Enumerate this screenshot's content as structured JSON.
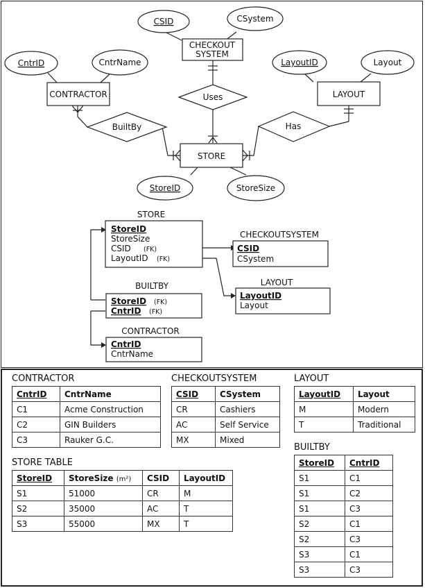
{
  "er": {
    "entities": {
      "checkout_l1": "CHECKOUT",
      "checkout_l2": "SYSTEM",
      "contractor": "CONTRACTOR",
      "layout": "LAYOUT",
      "store": "STORE"
    },
    "attributes": {
      "csid": "CSID",
      "csystem": "CSystem",
      "cntrid": "CntrID",
      "cntrname": "CntrName",
      "layoutid": "LayoutID",
      "layout": "Layout",
      "storeid": "StoreID",
      "storesize": "StoreSize"
    },
    "relationships": {
      "uses": "Uses",
      "builtby": "BuiltBy",
      "has": "Has"
    }
  },
  "schema": {
    "store": {
      "title": "STORE",
      "rows": [
        {
          "text": "StoreID",
          "pk": true,
          "fk": ""
        },
        {
          "text": "StoreSize",
          "pk": false,
          "fk": ""
        },
        {
          "text": "CSID",
          "pk": false,
          "fk": "(FK)"
        },
        {
          "text": "LayoutID",
          "pk": false,
          "fk": "(FK)"
        }
      ]
    },
    "checkoutsystem": {
      "title": "CHECKOUTSYSTEM",
      "rows": [
        {
          "text": "CSID",
          "pk": true,
          "fk": ""
        },
        {
          "text": "CSystem",
          "pk": false,
          "fk": ""
        }
      ]
    },
    "layout": {
      "title": "LAYOUT",
      "rows": [
        {
          "text": "LayoutID",
          "pk": true,
          "fk": ""
        },
        {
          "text": "Layout",
          "pk": false,
          "fk": ""
        }
      ]
    },
    "builtby": {
      "title": "BUILTBY",
      "rows": [
        {
          "text": "StoreID",
          "pk": true,
          "fk": "(FK)"
        },
        {
          "text": "CntrID",
          "pk": true,
          "fk": "(FK)"
        }
      ]
    },
    "contractor": {
      "title": "CONTRACTOR",
      "rows": [
        {
          "text": "CntrID",
          "pk": true,
          "fk": ""
        },
        {
          "text": "CntrName",
          "pk": false,
          "fk": ""
        }
      ]
    }
  },
  "tables": {
    "contractor": {
      "caption": "CONTRACTOR",
      "headers": [
        "CntrID",
        "CntrName"
      ],
      "rows": [
        [
          "C1",
          "Acme Construction"
        ],
        [
          "C2",
          "GIN Builders"
        ],
        [
          "C3",
          "Rauker G.C."
        ]
      ]
    },
    "checkoutsystem": {
      "caption": "CHECKOUTSYSTEM",
      "headers": [
        "CSID",
        "CSystem"
      ],
      "rows": [
        [
          "CR",
          "Cashiers"
        ],
        [
          "AC",
          "Self Service"
        ],
        [
          "MX",
          "Mixed"
        ]
      ]
    },
    "layout": {
      "caption": "LAYOUT",
      "headers": [
        "LayoutID",
        "Layout"
      ],
      "rows": [
        [
          "M",
          "Modern"
        ],
        [
          "T",
          "Traditional"
        ]
      ]
    },
    "store": {
      "caption": "STORE TABLE",
      "headers": [
        "StoreID",
        "StoreSize",
        "CSID",
        "LayoutID"
      ],
      "size_unit": "(m²)",
      "rows": [
        [
          "S1",
          "51000",
          "CR",
          "M"
        ],
        [
          "S2",
          "35000",
          "AC",
          "T"
        ],
        [
          "S3",
          "55000",
          "MX",
          "T"
        ]
      ]
    },
    "builtby": {
      "caption": "BUILTBY",
      "headers": [
        "StoreID",
        "CntrID"
      ],
      "rows": [
        [
          "S1",
          "C1"
        ],
        [
          "S1",
          "C2"
        ],
        [
          "S1",
          "C3"
        ],
        [
          "S2",
          "C1"
        ],
        [
          "S2",
          "C3"
        ],
        [
          "S3",
          "C1"
        ],
        [
          "S3",
          "C3"
        ]
      ]
    }
  }
}
